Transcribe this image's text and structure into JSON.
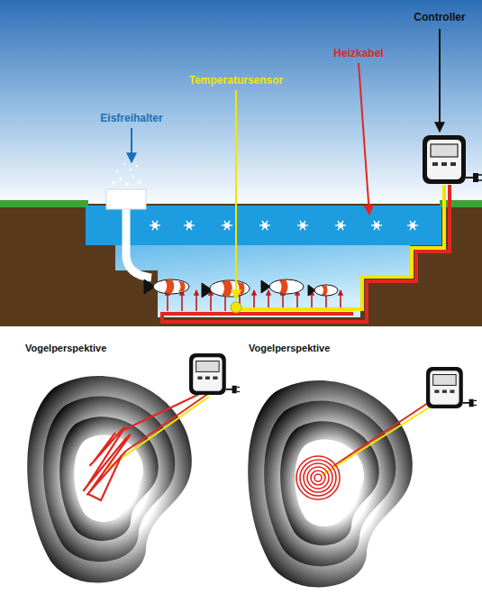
{
  "diagram": {
    "labels": [
      "Controller",
      "Heizkabel",
      "Temperatursensor",
      "Eisfreihalter",
      "Vogelperspektive",
      "Vogelperspektive"
    ]
  }
}
